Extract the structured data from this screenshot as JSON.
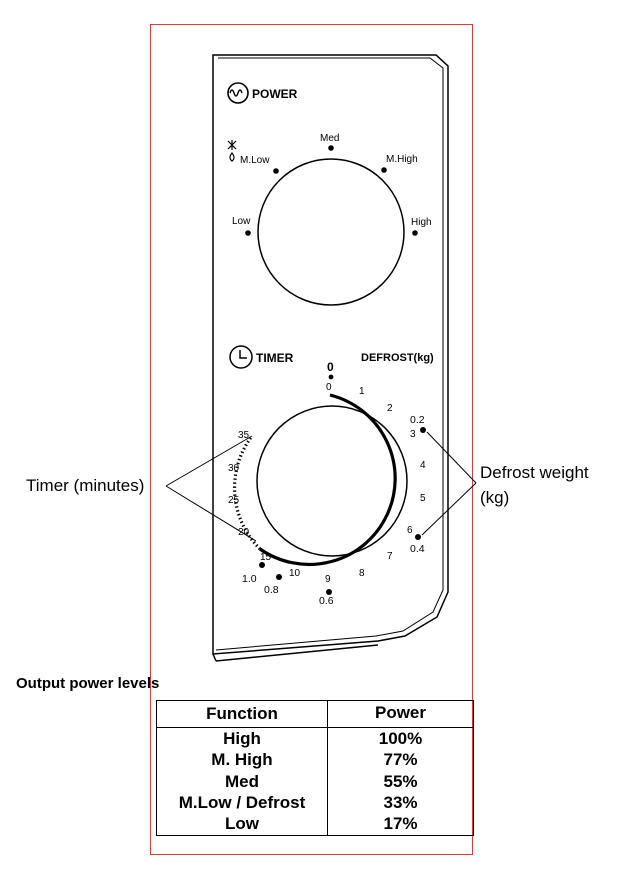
{
  "panel": {
    "power_label": "POWER",
    "power_levels": [
      "Low",
      "M.Low",
      "Med",
      "M.High",
      "High"
    ],
    "timer_label": "TIMER",
    "defrost_label": "DEFROST(kg)",
    "timer_zero_top": "0",
    "timer_numbers": [
      "0",
      "1",
      "2",
      "3",
      "4",
      "5",
      "6",
      "7",
      "8",
      "9",
      "10",
      "15",
      "20",
      "25",
      "30",
      "35"
    ],
    "defrost_weights": [
      "0.2",
      "0.4",
      "0.6",
      "0.8",
      "1.0"
    ]
  },
  "callouts": {
    "timer": "Timer (minutes)",
    "defrost_line1": "Defrost weight",
    "defrost_line2": "(kg)"
  },
  "output_table": {
    "section_title": "Output power levels",
    "headers": [
      "Function",
      "Power"
    ],
    "rows": [
      {
        "function": "High",
        "power": "100%"
      },
      {
        "function": "M. High",
        "power": "77%"
      },
      {
        "function": "Med",
        "power": "55%"
      },
      {
        "function": "M.Low / Defrost",
        "power": "33%"
      },
      {
        "function": "Low",
        "power": "17%"
      }
    ]
  },
  "colors": {
    "frame_border": "#d93a3a",
    "ink": "#000000"
  }
}
